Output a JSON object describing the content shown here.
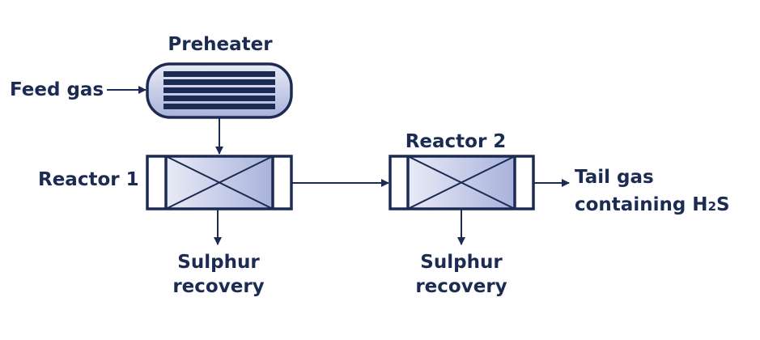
{
  "diagram": {
    "preheater_label": "Preheater",
    "feed_label": "Feed gas",
    "reactor1_label": "Reactor 1",
    "reactor2_label": "Reactor 2",
    "sulphur1": {
      "line1": "Sulphur",
      "line2": "recovery"
    },
    "sulphur2": {
      "line1": "Sulphur",
      "line2": "recovery"
    },
    "tail": {
      "line1": "Tail gas",
      "line2_main": "containing H",
      "line2_sub": "2",
      "line2_end": "S"
    }
  },
  "colors": {
    "ink": "#1c2b52",
    "fill_light": "#e8ebf6",
    "fill_dark": "#a9b2dc"
  }
}
